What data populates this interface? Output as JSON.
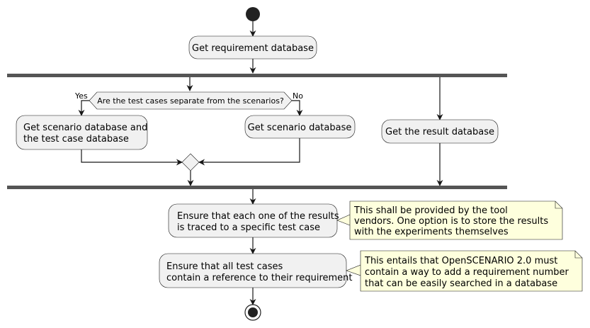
{
  "activities": {
    "get_requirement_db": "Get requirement database",
    "get_scenario_and_test_db": [
      "Get scenario database and",
      "the test case database"
    ],
    "get_scenario_db": "Get scenario database",
    "get_result_db": "Get the result database",
    "ensure_traced": [
      "Ensure that each one of the results",
      "is traced to a specific test case"
    ],
    "ensure_reference": [
      "Ensure that all test cases",
      "contain a reference to their requirement"
    ]
  },
  "decision": {
    "question": "Are the test cases separate from the scenarios?",
    "yes_label": "Yes",
    "no_label": "No"
  },
  "notes": {
    "note1": [
      "This shall be provided by the tool",
      "vendors. One option is to store the results",
      "with the experiments themselves"
    ],
    "note2": [
      "This entails that OpenSCENARIO 2.0 must",
      "contain a way to add a requirement number",
      "that can be easily searched in a database"
    ]
  }
}
